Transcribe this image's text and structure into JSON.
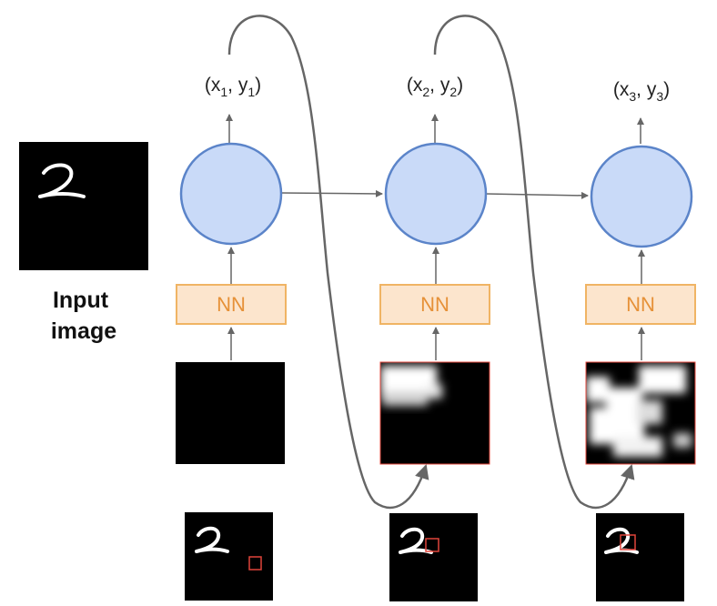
{
  "input_caption": [
    "Input",
    "image"
  ],
  "steps": [
    {
      "coord": {
        "x": "x",
        "x_sub": "1",
        "y": "y",
        "y_sub": "1"
      },
      "module_label": "NN"
    },
    {
      "coord": {
        "x": "x",
        "x_sub": "2",
        "y": "y",
        "y_sub": "2"
      },
      "module_label": "NN"
    },
    {
      "coord": {
        "x": "x",
        "x_sub": "3",
        "y": "y",
        "y_sub": "3"
      },
      "module_label": "NN"
    }
  ],
  "colors": {
    "state_fill": "#c9daf8",
    "state_stroke": "#5b84c9",
    "nn_fill": "#fce5cd",
    "nn_stroke": "#f0b464",
    "nn_text": "#e69138",
    "arrow": "#666666",
    "glimpse_box": "#e0443a"
  }
}
